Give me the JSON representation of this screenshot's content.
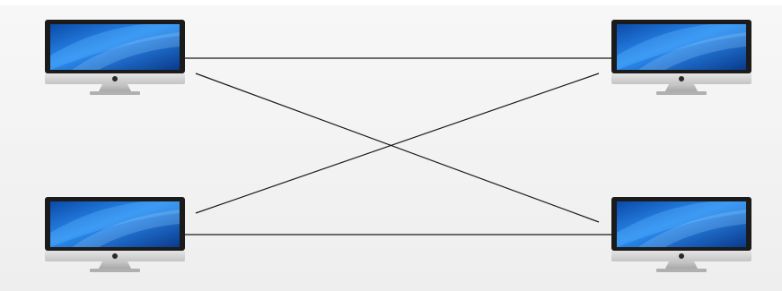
{
  "diagram": {
    "type": "mesh-network",
    "node_icon": "imac-computer-icon",
    "nodes": [
      {
        "id": "top-left",
        "icon": "imac-computer-icon"
      },
      {
        "id": "top-right",
        "icon": "imac-computer-icon"
      },
      {
        "id": "bottom-left",
        "icon": "imac-computer-icon"
      },
      {
        "id": "bottom-right",
        "icon": "imac-computer-icon"
      }
    ],
    "links": [
      {
        "from": "top-left",
        "to": "top-right"
      },
      {
        "from": "top-left",
        "to": "bottom-right"
      },
      {
        "from": "bottom-left",
        "to": "top-right"
      },
      {
        "from": "bottom-left",
        "to": "bottom-right"
      }
    ],
    "colors": {
      "link": "#1a1a1a",
      "screen_dark": "#0a3d8f",
      "screen_light": "#3aa0ff",
      "bezel": "#1a1a1a",
      "chin": "#d6d6d6",
      "stand": "#b8b8b8"
    }
  }
}
